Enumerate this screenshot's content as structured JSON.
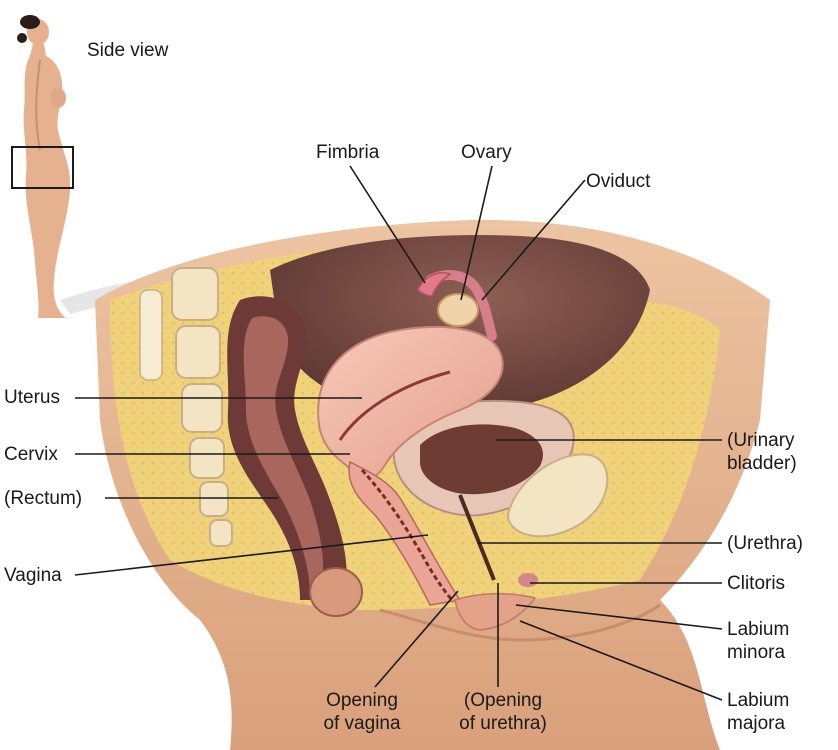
{
  "side_view_label": "Side view",
  "labels": {
    "fimbria": "Fimbria",
    "ovary": "Ovary",
    "oviduct": "Oviduct",
    "uterus": "Uterus",
    "cervix": "Cervix",
    "rectum": "(Rectum)",
    "vagina": "Vagina",
    "urinary_bladder_1": "(Urinary",
    "urinary_bladder_2": "bladder)",
    "urethra": "(Urethra)",
    "clitoris": "Clitoris",
    "labium_minora_1": "Labium",
    "labium_minora_2": "minora",
    "labium_majora_1": "Labium",
    "labium_majora_2": "majora",
    "opening_vagina_1": "Opening",
    "opening_vagina_2": "of vagina",
    "opening_urethra_1": "(Opening",
    "opening_urethra_2": "of urethra)"
  },
  "colors": {
    "skin": "#e9b892",
    "skin_shadow": "#cf9771",
    "fat": "#efd27a",
    "bone": "#f3e4c4",
    "cavity": "#7a4d44",
    "rectum_wall": "#6d3a37",
    "uterus": "#f2b8a7",
    "bladder": "#e7c6b6",
    "leader": "#1a1a1a"
  }
}
